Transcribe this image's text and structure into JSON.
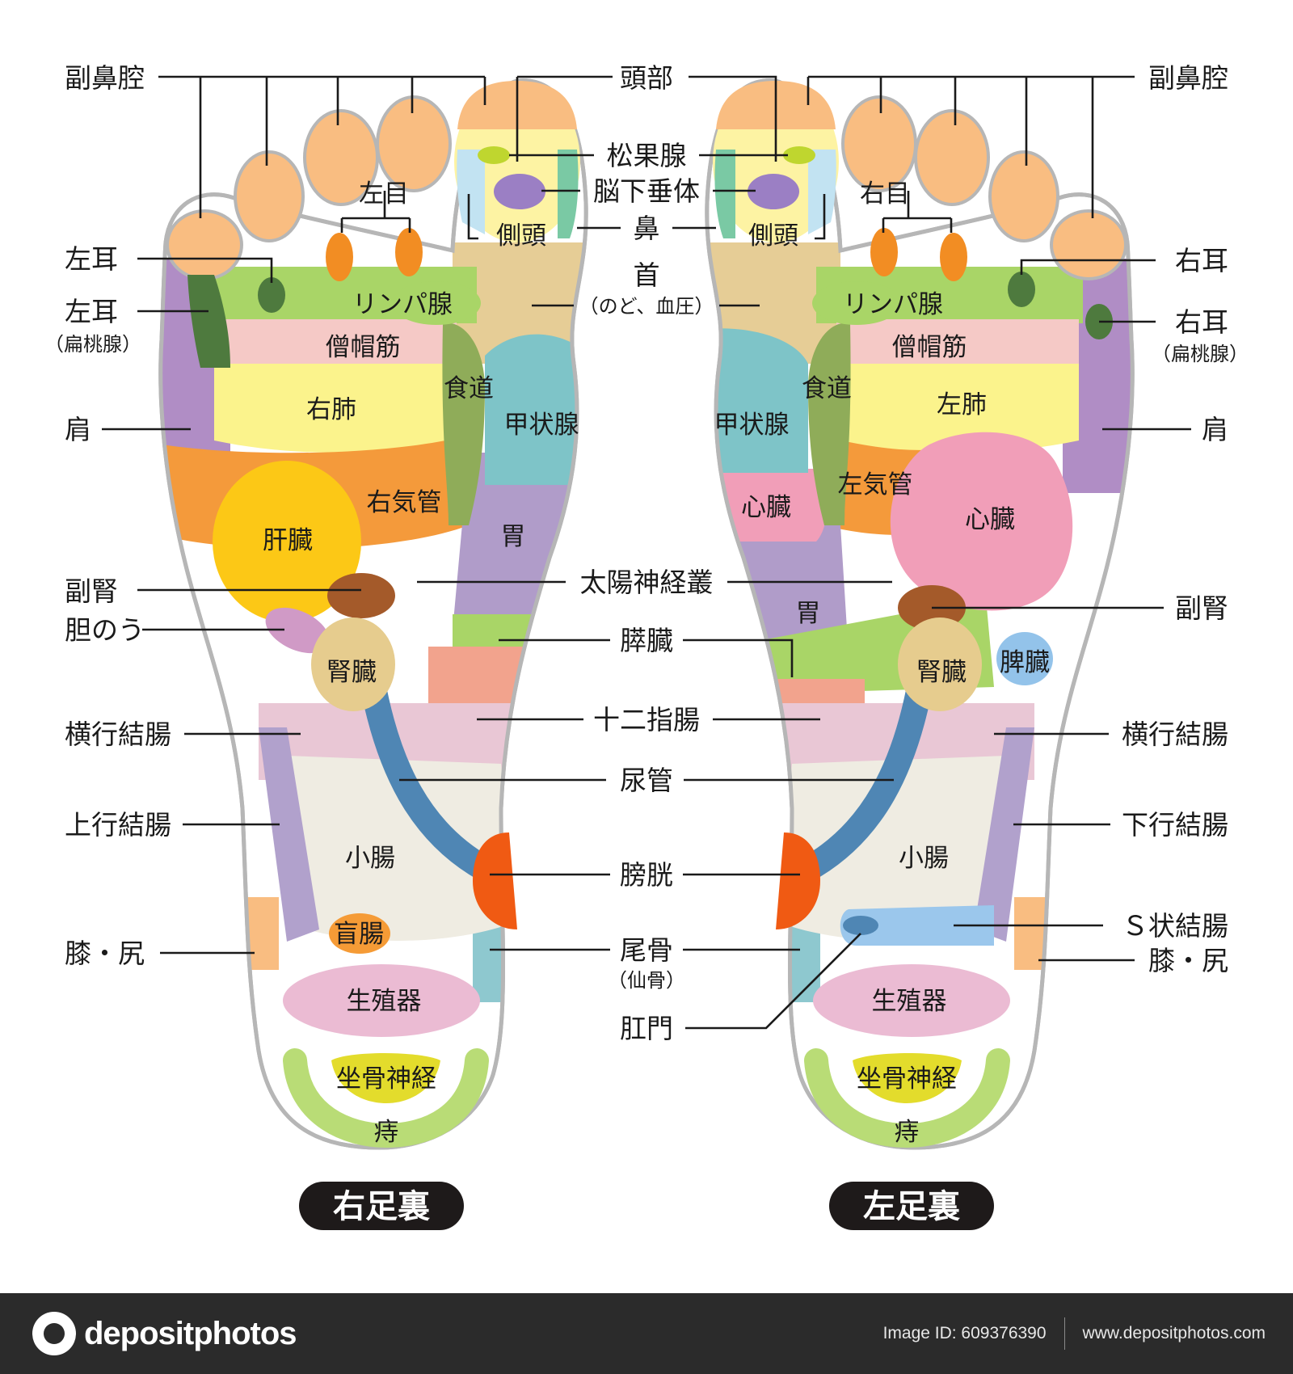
{
  "colors": {
    "toe": "#f9bd81",
    "head": "#fdf3a3",
    "neck": "#e6cd96",
    "pineal": "#bfd62f",
    "pituitary": "#9b7fc4",
    "temple_r": "#7ac9a4",
    "temple_l": "#c2e3f2",
    "ear": "#4e7a3e",
    "eye": "#f28d23",
    "lymph": "#a9d567",
    "trapezius": "#f5c9c6",
    "lung": "#fbf38c",
    "bronchus": "#f49a3b",
    "liver": "#fcc816",
    "esophagus": "#8fac59",
    "thyroid": "#7ec4c8",
    "stomach": "#b09cc9",
    "heart": "#f19eb8",
    "adrenal": "#a45a2a",
    "gallbladder": "#d09ac6",
    "kidney": "#e6cc8e",
    "pancreas": "#a9d567",
    "duodenum": "#f2a38d",
    "ureter": "#4f86b4",
    "bladder": "#f05a13",
    "coccyx": "#8ec8cf",
    "transverse": "#e9c7d5",
    "colon_side": "#b1a1cc",
    "small_int": "#efece2",
    "cecum": "#f59b36",
    "sigmoid": "#9bc7ec",
    "genital": "#ebbbd3",
    "sciatic": "#e3dc2c",
    "hemorrhoid": "#b9dc76",
    "spleen": "#93c3ea",
    "knee": "#f9bd81",
    "shoulder": "#b08dc5",
    "outline": "#b6b6b6",
    "badge_bg": "#1e1a1a",
    "footer_bg": "#2b2b2b"
  },
  "feet": {
    "right": {
      "title": "右足裏"
    },
    "left": {
      "title": "左足裏"
    }
  },
  "zones": {
    "right_eye": "左目",
    "left_eye": "右目",
    "temporal": "側頭",
    "lymph": "リンパ腺",
    "trapezius": "僧帽筋",
    "right_lung": "右肺",
    "left_lung": "左肺",
    "esophagus": "食道",
    "thyroid": "甲状腺",
    "right_bronchus": "右気管",
    "left_bronchus": "左気管",
    "liver": "肝臓",
    "stomach": "胃",
    "heart": "心臓",
    "kidney": "腎臓",
    "spleen": "脾臓",
    "small_intestine": "小腸",
    "cecum": "盲腸",
    "genitals": "生殖器",
    "sciatic": "坐骨神経",
    "hemorrhoids": "痔"
  },
  "labels": {
    "sinus": "副鼻腔",
    "head": "頭部",
    "pineal": "松果腺",
    "pituitary": "脳下垂体",
    "nose": "鼻",
    "neck": "首",
    "neck_sub": "（のど、血圧）",
    "left_ear": "左耳",
    "left_ear_tonsil": "左耳",
    "tonsil_sub": "（扁桃腺）",
    "right_ear": "右耳",
    "right_ear_tonsil": "右耳",
    "shoulder": "肩",
    "adrenal": "副腎",
    "gallbladder": "胆のう",
    "solar_plexus": "太陽神経叢",
    "pancreas": "膵臓",
    "duodenum": "十二指腸",
    "transverse_colon": "横行結腸",
    "ureter": "尿管",
    "ascending_colon": "上行結腸",
    "descending_colon": "下行結腸",
    "bladder": "膀胱",
    "sigmoid_colon": "Ｓ状結腸",
    "knee_hip": "膝・尻",
    "coccyx": "尾骨",
    "coccyx_sub": "（仙骨）",
    "anus": "肛門"
  },
  "footer": {
    "brand": "depositphotos",
    "image_id": "Image ID: 609376390",
    "site": "www.depositphotos.com"
  }
}
